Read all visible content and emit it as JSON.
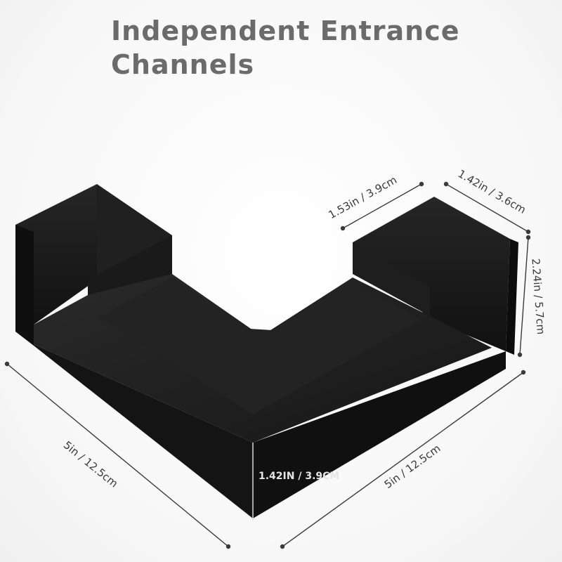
{
  "title": {
    "line1": "Independent Entrance",
    "line2": "Channels"
  },
  "dimensions": {
    "compartment_width": "1.53in / 3.9cm",
    "compartment_depth": "1.42in / 3.6cm",
    "height": "2.24in / 5.7cm",
    "left_length": "5in / 12.5cm",
    "right_length": "5in / 12.5cm",
    "front_height": "1.42IN / 3.9CM"
  },
  "colors": {
    "organizer": "#1b1b1b",
    "title": "#6b6b6b",
    "dimension_line": "#3a3a3a"
  }
}
